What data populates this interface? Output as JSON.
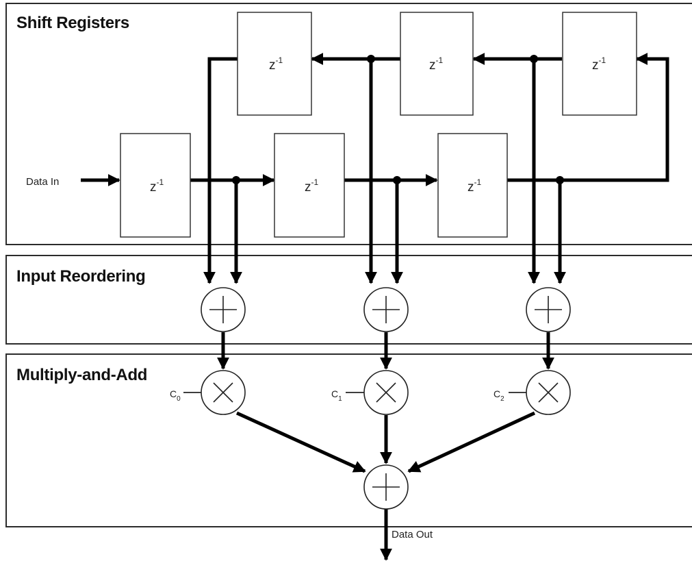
{
  "sections": {
    "shift_registers": "Shift Registers",
    "input_reordering": "Input Reordering",
    "multiply_add": "Multiply-and-Add"
  },
  "delay_label": "z",
  "delay_exponent": "-1",
  "data_in": "Data In",
  "data_out": "Data Out",
  "coefficients": [
    {
      "c": "C",
      "sub": "0"
    },
    {
      "c": "C",
      "sub": "1"
    },
    {
      "c": "C",
      "sub": "2"
    }
  ]
}
